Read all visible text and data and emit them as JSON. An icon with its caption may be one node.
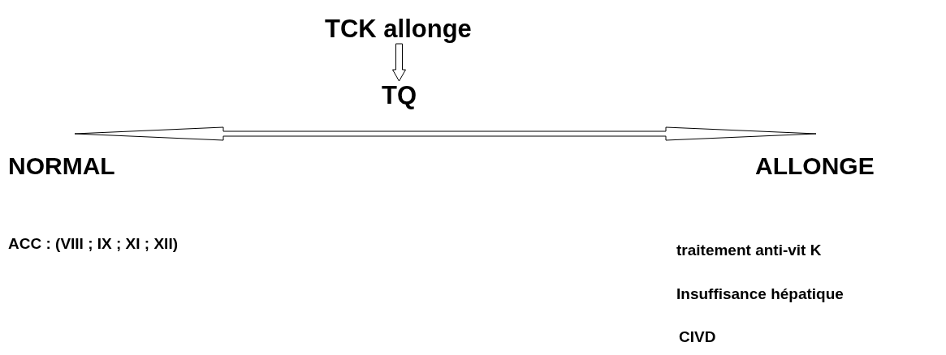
{
  "diagram": {
    "nodes": [
      {
        "text": [
          "TCK allonge"
        ]
      },
      {
        "text": [
          "TQ"
        ]
      }
    ],
    "edges": [
      {
        "from": 0,
        "to": 1,
        "arrow": "to"
      }
    ],
    "labels": [
      "NORMAL",
      "ALLONGE",
      "ACC : (VIII ; IX ; XI ; XII)",
      "traitement anti-vit K",
      "Insuffisance hépatique",
      "CIVD"
    ]
  }
}
